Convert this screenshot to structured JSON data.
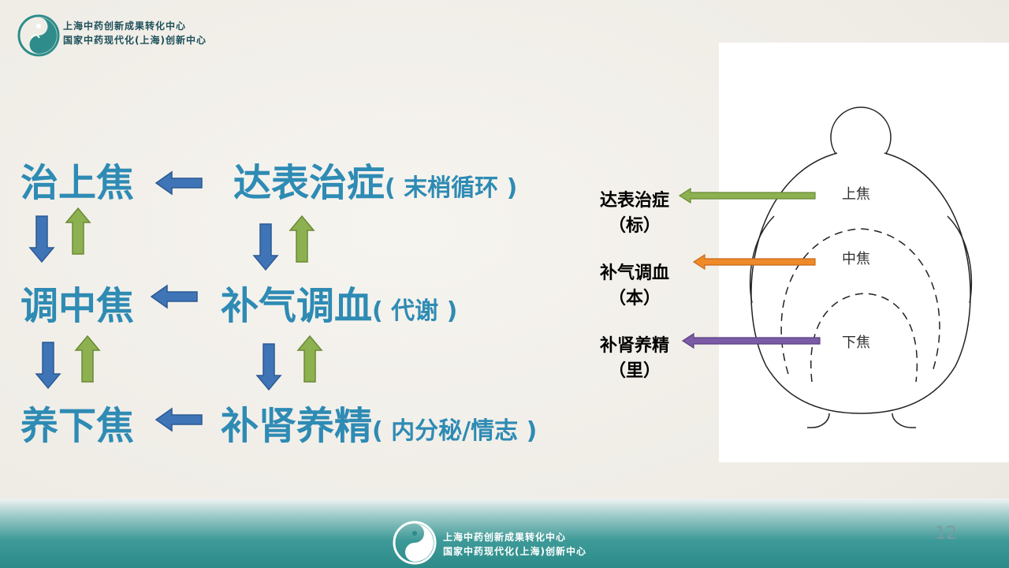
{
  "header": {
    "org_line1": "上海中药创新成果转化中心",
    "org_line2": "国家中药现代化(上海)创新中心"
  },
  "footer": {
    "org_line1": "上海中药创新成果转化中心",
    "org_line2": "国家中药现代化(上海)创新中心",
    "page_number": "12"
  },
  "left": {
    "row1": {
      "jiao": "治上焦",
      "method": "达表治症",
      "note": "( 末梢循环 )"
    },
    "row2": {
      "jiao": "调中焦",
      "method": "补气调血",
      "note": "( 代谢 )"
    },
    "row3": {
      "jiao": "养下焦",
      "method": "补肾养精",
      "note": "( 内分秘/情志 )"
    }
  },
  "figure": {
    "upper": "上焦",
    "middle": "中焦",
    "lower": "下焦",
    "label1": "达表治症",
    "label1_sub": "（标）",
    "label2": "补气调血",
    "label2_sub": "（本）",
    "label3": "补肾养精",
    "label3_sub": "（里）",
    "colors": {
      "green": "#8db050",
      "orange": "#ef8a2a",
      "purple": "#7b5aa6",
      "blue": "#3f74b7"
    }
  }
}
